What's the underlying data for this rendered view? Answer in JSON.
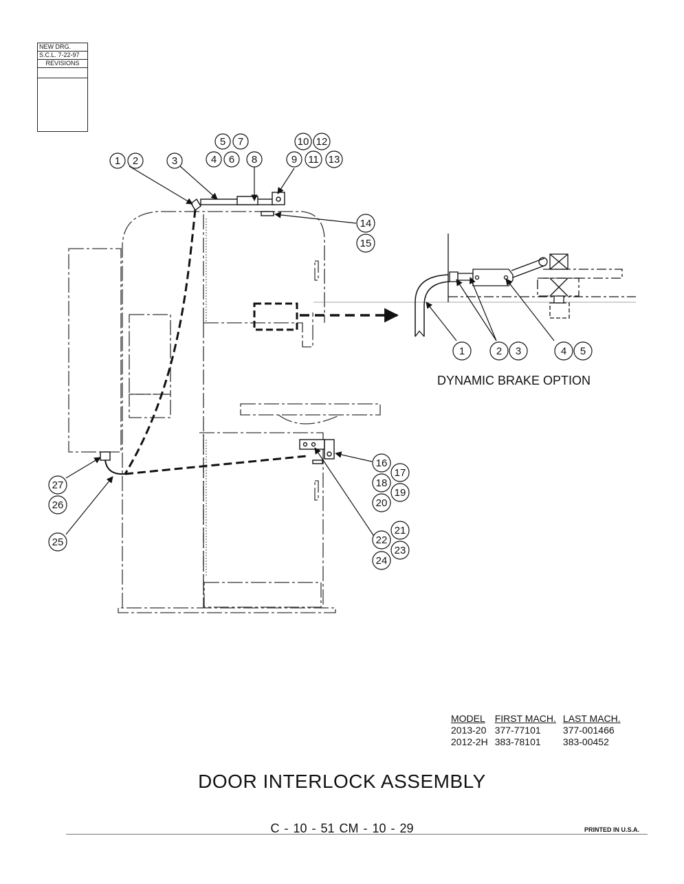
{
  "revision_block": {
    "new_drg": "NEW DRG.",
    "scl_date": "S.C.L.  7-22-97",
    "revisions": "REVISIONS"
  },
  "balloons": {
    "b1": "1",
    "b2": "2",
    "b3": "3",
    "b4": "4",
    "b5": "5",
    "b6": "6",
    "b7": "7",
    "b8": "8",
    "b9": "9",
    "b10": "10",
    "b11": "11",
    "b12": "12",
    "b13": "13",
    "b14": "14",
    "b15": "15",
    "b16": "16",
    "b17": "17",
    "b18": "18",
    "b19": "19",
    "b20": "20",
    "b21": "21",
    "b22": "22",
    "b23": "23",
    "b24": "24",
    "b25": "25",
    "b26": "26",
    "b27": "27",
    "d1": "1",
    "d2": "2",
    "d3": "3",
    "d4": "4",
    "d5": "5"
  },
  "detail_label": "DYNAMIC BRAKE OPTION",
  "model_table": {
    "headers": [
      "MODEL",
      "FIRST MACH.",
      "LAST MACH."
    ],
    "rows": [
      [
        "2013-20",
        "377-77101",
        "377-001466"
      ],
      [
        "2012-2H",
        "383-78101",
        "383-00452"
      ]
    ]
  },
  "title": "DOOR INTERLOCK ASSEMBLY",
  "footer": {
    "codes": "C - 10 - 51    CM - 10 - 29",
    "printed": "PRINTED IN U.S.A."
  }
}
